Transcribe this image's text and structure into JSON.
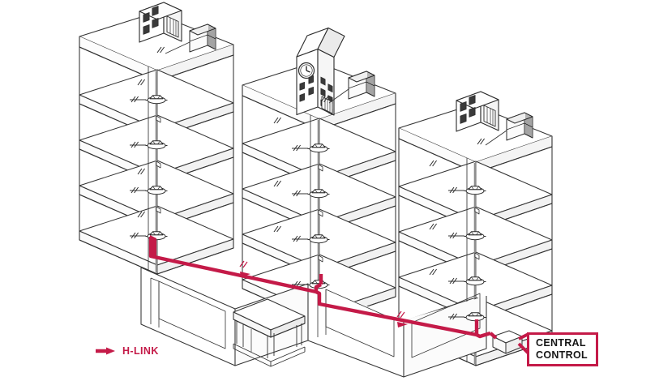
{
  "diagram": {
    "title": "H-LINK centralized control building riser diagram",
    "background_color": "#ffffff",
    "line_color": "#333333",
    "hlink_color": "#C41A48"
  },
  "legend": {
    "arrow_icon": "hlink-arrow-icon",
    "label": "H-LINK"
  },
  "central_control": {
    "line1": "CENTRAL",
    "line2": "CONTROL",
    "border_color": "#C41A48",
    "text_color": "#161616"
  },
  "buildings": [
    {
      "id": "building-1",
      "name": "Left building",
      "floors": 4,
      "indoor_units": 4,
      "rooftop": {
        "penthouse": "stairwell-penthouse",
        "outdoor_unit": "rooftop-condenser-unit"
      }
    },
    {
      "id": "building-2",
      "name": "Center building with clock tower",
      "floors": 4,
      "indoor_units": 4,
      "rooftop": {
        "penthouse": "clock-tower",
        "outdoor_unit": "rooftop-condenser-unit"
      }
    },
    {
      "id": "building-3",
      "name": "Right building",
      "floors": 4,
      "indoor_units": 4,
      "rooftop": {
        "penthouse": "stairwell-penthouse",
        "outdoor_unit": "rooftop-condenser-unit"
      }
    }
  ],
  "ground": {
    "entrance_canopy": "entrance-canopy",
    "controller_device": "hlink-controller-box"
  }
}
